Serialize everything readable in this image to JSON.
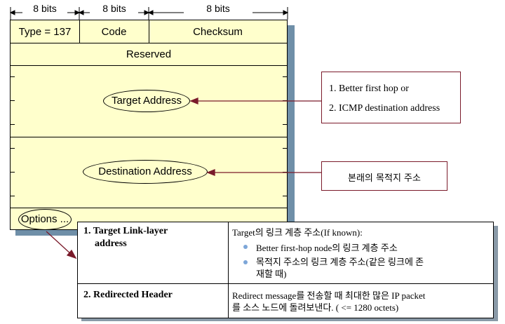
{
  "bits": [
    "8 bits",
    "8 bits",
    "8 bits"
  ],
  "header": {
    "type": "Type = 137",
    "code": "Code",
    "checksum": "Checksum",
    "reserved": "Reserved",
    "target_address": "Target Address",
    "destination_address": "Destination Address",
    "options": "Options ..."
  },
  "callout_target": {
    "line1": "1. Better first hop  or",
    "line2": "2. ICMP destination address"
  },
  "callout_destination": {
    "text": "본래의 목적지 주소"
  },
  "options_table": {
    "row1": {
      "name_line1": "1. Target Link-layer",
      "name_line2": "address",
      "desc": "Target의 링크 계층 주소(If known):",
      "bullet1": "Better first-hop node의 링크 계층 주소",
      "bullet2_line1": "목적지 주소의 링크 계층 주소(같은 링크에 존",
      "bullet2_line2": "재할 때)"
    },
    "row2": {
      "name": "2. Redirected Header",
      "desc_line1": "Redirect message를 전송할 때 최대한 많은 IP packet",
      "desc_line2": "를 소스 노드에 돌려보낸다. ( <= 1280 octets)"
    }
  },
  "colors": {
    "packet_fill": "#ffffcc",
    "shadow": "#6f8fa8",
    "callout_border": "#7a1a2a",
    "arrow": "#7a1a2a",
    "bullet": "#7da6d8"
  }
}
